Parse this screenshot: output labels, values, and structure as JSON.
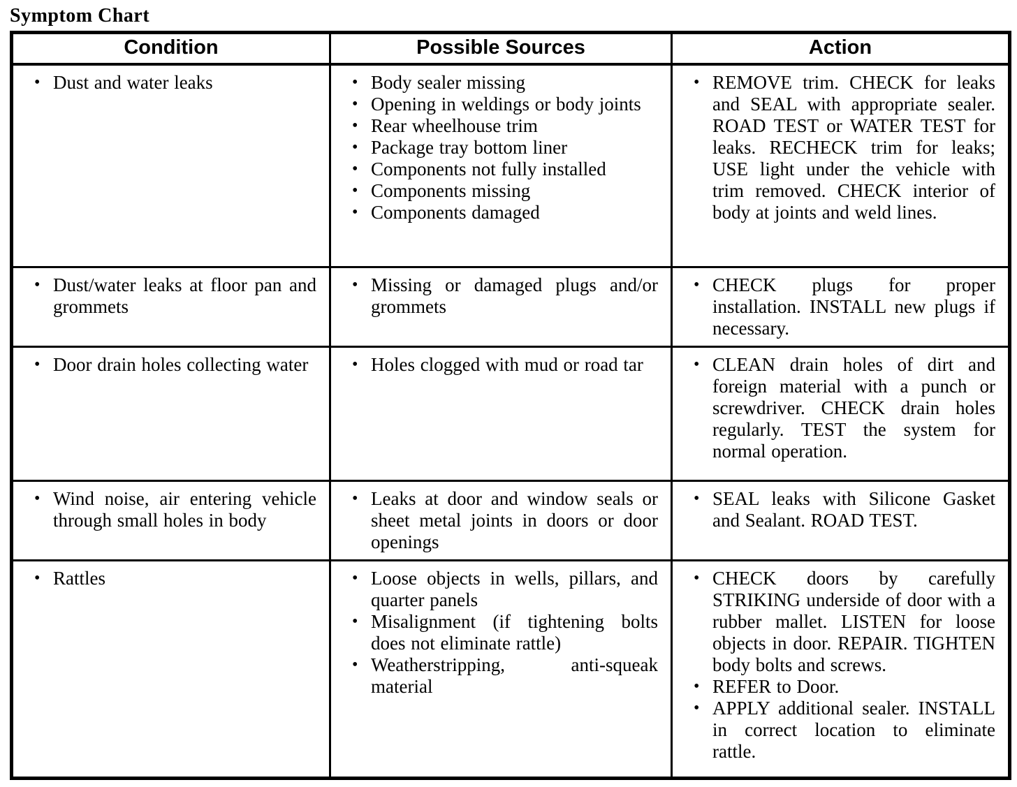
{
  "page_title": "Symptom Chart",
  "glyphs": {
    "bullet": "•"
  },
  "colors": {
    "text": "#000000",
    "background": "#ffffff",
    "border": "#000000"
  },
  "table": {
    "headers": [
      "Condition",
      "Possible Sources",
      "Action"
    ],
    "rows": [
      {
        "condition": [
          "Dust and water leaks"
        ],
        "sources": [
          "Body sealer missing",
          "Opening in weldings or body joints",
          "Rear wheelhouse trim",
          "Package tray bottom liner",
          "Components not fully installed",
          "Components missing",
          "Components damaged"
        ],
        "action": [
          "REMOVE trim. CHECK for leaks and SEAL with appropriate sealer. ROAD TEST or WATER TEST for leaks. RECHECK trim for leaks; USE light under the vehicle with trim removed. CHECK interior of body at joints and weld lines."
        ]
      },
      {
        "condition": [
          "Dust/water leaks at floor pan and grommets"
        ],
        "sources": [
          "Missing or damaged plugs and/or grommets"
        ],
        "action": [
          "CHECK plugs for proper installation. INSTALL new plugs if necessary."
        ]
      },
      {
        "condition": [
          "Door drain holes collecting water"
        ],
        "sources": [
          "Holes clogged with mud or road tar"
        ],
        "action": [
          "CLEAN drain holes of dirt and foreign material with a punch or screwdriver. CHECK drain holes regularly. TEST the system for normal operation."
        ]
      },
      {
        "condition": [
          "Wind noise, air entering vehicle through small holes in body"
        ],
        "sources": [
          "Leaks at door and window seals or sheet metal joints in doors or door openings"
        ],
        "action": [
          "SEAL leaks with Silicone Gasket and Sealant. ROAD TEST."
        ]
      },
      {
        "condition": [
          "Rattles"
        ],
        "sources": [
          "Loose objects in wells, pillars, and quarter panels",
          "Misalignment (if tightening bolts does not eliminate rattle)",
          "Weatherstripping, anti-squeak material"
        ],
        "action": [
          "CHECK doors by carefully STRIKING underside of door with a rubber mallet. LISTEN for loose objects in door. REPAIR. TIGHTEN body bolts and screws.",
          "REFER to Door.",
          "APPLY additional sealer. INSTALL in correct location to eliminate rattle."
        ]
      }
    ]
  }
}
